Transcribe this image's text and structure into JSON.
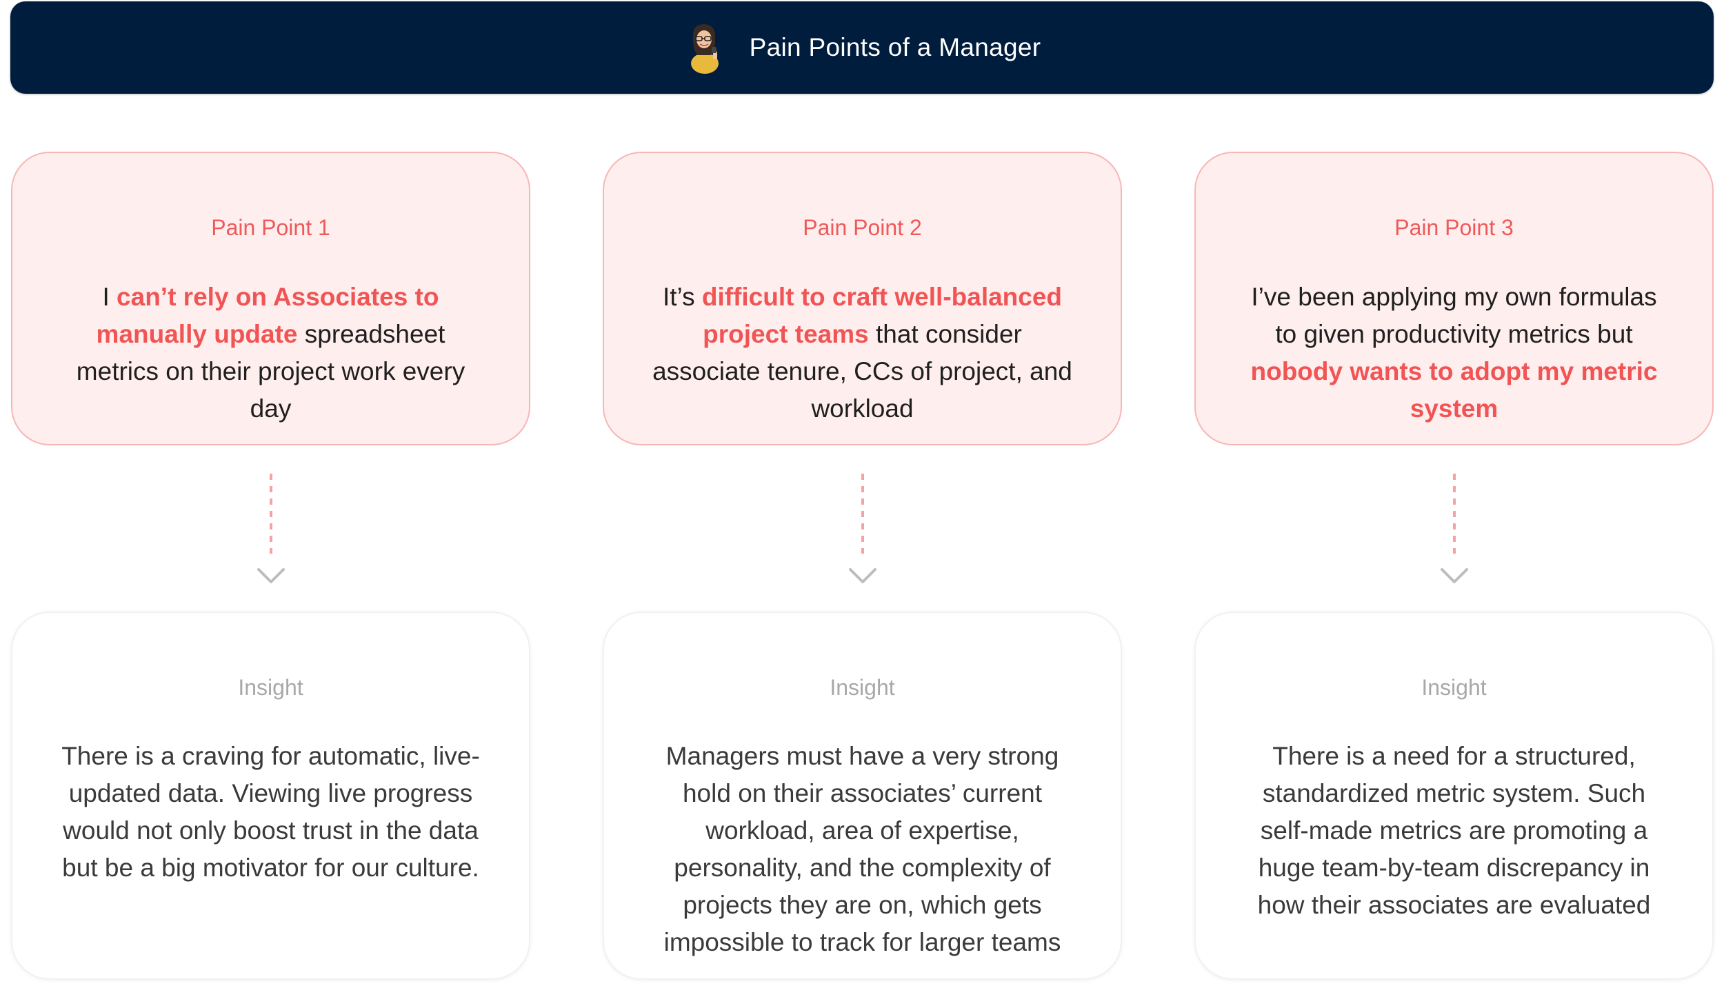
{
  "header": {
    "title": "Pain Points of a Manager",
    "avatar_icon": "woman-avatar-icon"
  },
  "colors": {
    "header_bg": "#001d3d",
    "pain_bg": "#ffeeee",
    "pain_border": "#f7b6b6",
    "highlight": "#f05454",
    "insight_label": "#a8a8a8",
    "arrow": "#f3a3a3"
  },
  "pain_points": [
    {
      "label": "Pain Point 1",
      "text": [
        {
          "t": "I ",
          "hl": false
        },
        {
          "t": "can’t rely on Associates to manually update",
          "hl": true
        },
        {
          "t": " spreadsheet metrics on their project work every day",
          "hl": false
        }
      ]
    },
    {
      "label": "Pain Point 2",
      "text": [
        {
          "t": "It’s ",
          "hl": false
        },
        {
          "t": "difficult to craft well-balanced project teams",
          "hl": true
        },
        {
          "t": " that consider associate tenure, CCs of project, and workload",
          "hl": false
        }
      ]
    },
    {
      "label": "Pain Point 3",
      "text": [
        {
          "t": "I’ve been applying my own formulas to given productivity metrics but ",
          "hl": false
        },
        {
          "t": "nobody wants to adopt my metric system",
          "hl": true
        }
      ]
    }
  ],
  "insights": [
    {
      "label": "Insight",
      "text": "There is a craving for automatic, live-updated data. Viewing live progress would not only boost trust in the data but be a big motivator for our culture."
    },
    {
      "label": "Insight",
      "text": "Managers must have a very strong hold on their associates’ current workload, area of expertise, personality, and the complexity of projects they are on, which gets impossible to track for larger teams"
    },
    {
      "label": "Insight",
      "text": "There is a need for a structured, standardized metric system. Such self-made metrics are promoting a huge team-by-team discrepancy in how their associates are evaluated"
    }
  ]
}
